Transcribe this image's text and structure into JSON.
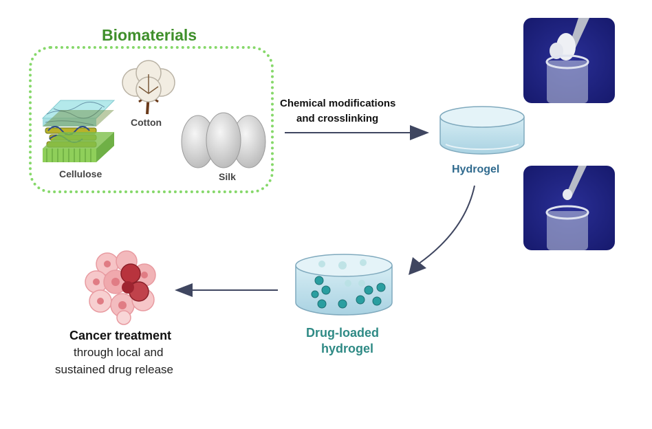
{
  "biomaterials": {
    "title": "Biomaterials",
    "items": [
      "Cotton",
      "Cellulose",
      "Silk"
    ]
  },
  "process": {
    "step1_line1": "Chemical modifications",
    "step1_line2": "and crosslinking",
    "hydrogel_label": "Hydrogel",
    "drug_line1": "Drug-loaded",
    "drug_line2": "hydrogel"
  },
  "outcome": {
    "title": "Cancer treatment",
    "line1": "through local and",
    "line2": "sustained drug release"
  },
  "colors": {
    "green_title": "#3f8f2b",
    "dotted_border": "#86d86a",
    "hydrogel_text": "#2f6a8e",
    "drug_text": "#2f8a85",
    "arrow": "#3f4660",
    "photo_bg": "#1c1f7a"
  },
  "icons": [
    "cotton-boll-icon",
    "cellulose-fiber-icon",
    "silk-cocoon-icon",
    "hydrogel-disc-icon",
    "drug-hydrogel-disc-icon",
    "cancer-cell-cluster-icon",
    "vial-photo-icon"
  ]
}
